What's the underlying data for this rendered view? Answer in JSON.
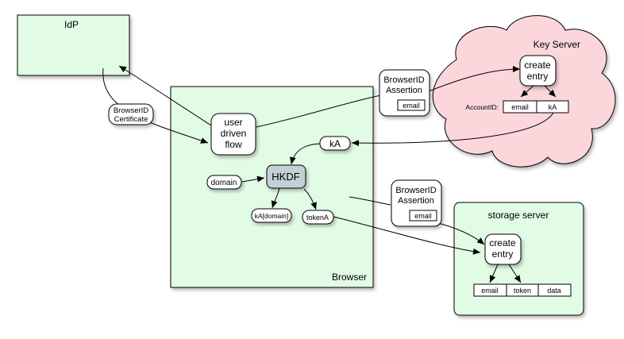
{
  "colors": {
    "panel_green": "#e2fbe5",
    "cloud_pink": "#fbd7dc",
    "hkdf_fill": "#c3d1d6",
    "stroke": "#000000"
  },
  "idp": {
    "label": "IdP"
  },
  "browser": {
    "label": "Browser",
    "user_flow": [
      "user",
      "driven",
      "flow"
    ],
    "hkdf": "HKDF",
    "domain_pill": "domain",
    "ka_pill": "kA",
    "ka_domain_pill": "kA[domain]",
    "tokena_pill": "tokenA"
  },
  "certificate": [
    "BrowserID",
    "Certificate"
  ],
  "assertion_top": {
    "lines": [
      "BrowserID",
      "Assertion"
    ],
    "field": "email"
  },
  "assertion_bottom": {
    "lines": [
      "BrowserID",
      "Assertion"
    ],
    "field": "email"
  },
  "key_server": {
    "label": "Key Server",
    "create_entry": [
      "create",
      "entry"
    ],
    "account_label": "AccountID:",
    "fields": [
      "email",
      "kA"
    ]
  },
  "storage_server": {
    "label": "storage server",
    "create_entry": [
      "create",
      "entry"
    ],
    "fields": [
      "email",
      "token",
      "data"
    ]
  }
}
